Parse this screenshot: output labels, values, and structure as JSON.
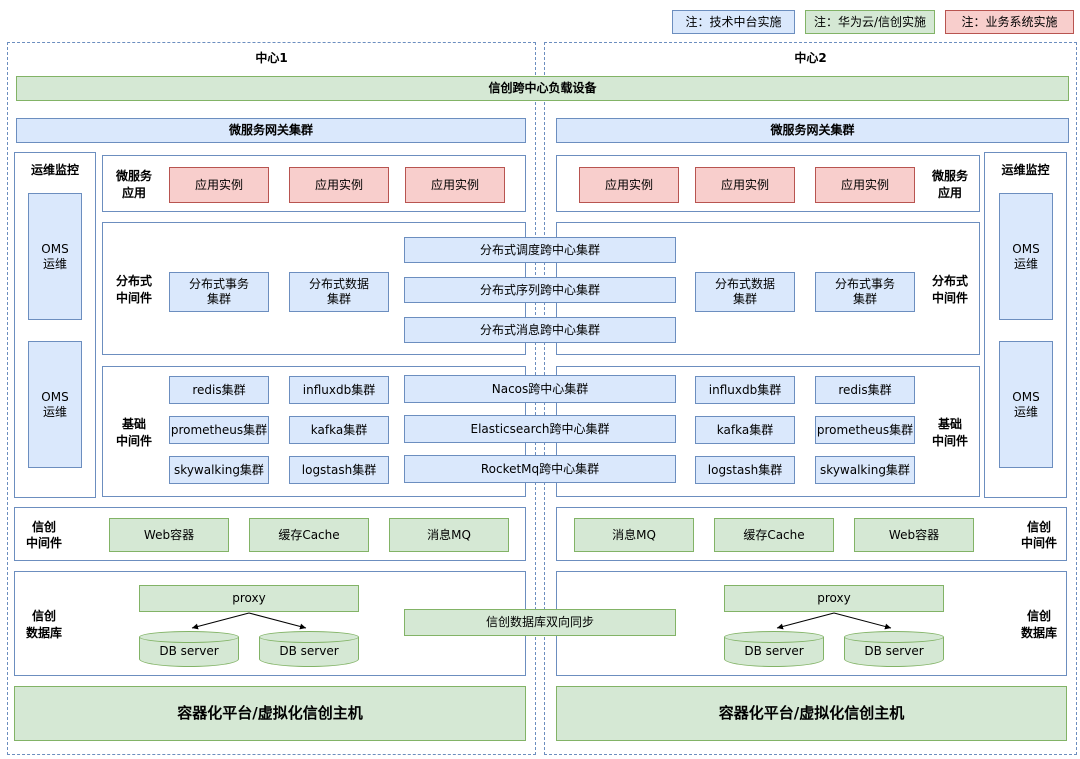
{
  "legend": {
    "items": [
      {
        "label": "注：技术中台实施"
      },
      {
        "label": "注：华为云/信创实施"
      },
      {
        "label": "注：业务系统实施"
      }
    ]
  },
  "load_balancer": {
    "label": "信创跨中心负载设备"
  },
  "cross_center": {
    "dist": [
      "分布式调度跨中心集群",
      "分布式序列跨中心集群",
      "分布式消息跨中心集群"
    ],
    "base": [
      "Nacos跨中心集群",
      "Elasticsearch跨中心集群",
      "RocketMq跨中心集群"
    ],
    "db_sync": "信创数据库双向同步"
  },
  "center1": {
    "title": "中心1",
    "gateway": "微服务网关集群",
    "ops": {
      "title": "运维监控",
      "boxes": [
        "OMS\n运维",
        "OMS\n运维"
      ]
    },
    "micro": {
      "label": "微服务\n应用",
      "apps": [
        "应用实例",
        "应用实例",
        "应用实例"
      ]
    },
    "dist": {
      "label": "分布式\n中间件",
      "items": [
        "分布式事务\n集群",
        "分布式数据\n集群"
      ]
    },
    "base": {
      "label": "基础\n中间件",
      "items": [
        "redis集群",
        "influxdb集群",
        "prometheus集群",
        "kafka集群",
        "skywalking集群",
        "logstash集群"
      ]
    },
    "xc_middleware": {
      "label": "信创\n中间件",
      "items": [
        "Web容器",
        "缓存Cache",
        "消息MQ"
      ]
    },
    "database": {
      "label": "信创\n数据库",
      "proxy": "proxy",
      "servers": [
        "DB server",
        "DB server"
      ]
    },
    "platform": "容器化平台/虚拟化信创主机"
  },
  "center2": {
    "title": "中心2",
    "gateway": "微服务网关集群",
    "ops": {
      "title": "运维监控",
      "boxes": [
        "OMS\n运维",
        "OMS\n运维"
      ]
    },
    "micro": {
      "label": "微服务\n应用",
      "apps": [
        "应用实例",
        "应用实例",
        "应用实例"
      ]
    },
    "dist": {
      "label": "分布式\n中间件",
      "items": [
        "分布式数据\n集群",
        "分布式事务\n集群"
      ]
    },
    "base": {
      "label": "基础\n中间件",
      "items": [
        "influxdb集群",
        "redis集群",
        "kafka集群",
        "prometheus集群",
        "logstash集群",
        "skywalking集群"
      ]
    },
    "xc_middleware": {
      "label": "信创\n中间件",
      "items": [
        "消息MQ",
        "缓存Cache",
        "Web容器"
      ]
    },
    "database": {
      "label": "信创\n数据库",
      "proxy": "proxy",
      "servers": [
        "DB server",
        "DB server"
      ]
    },
    "platform": "容器化平台/虚拟化信创主机"
  }
}
